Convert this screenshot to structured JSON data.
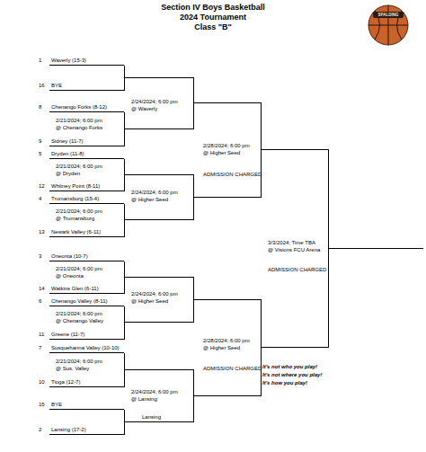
{
  "diagram": {
    "title": "Section IV Boys Basketball",
    "nodes": [
      {
        "text": [
          "1",
          "Waverly (15-3)"
        ]
      },
      {
        "text": [
          "16",
          "BYE"
        ]
      },
      {
        "text": [
          "8",
          "Chenango Forks (8-12)"
        ]
      },
      {
        "text": [
          "9",
          "Sidney (11-7)"
        ]
      },
      {
        "text": [
          "5",
          "Dryden (11-8)"
        ]
      },
      {
        "text": [
          "12",
          "Whitney Point (8-11)"
        ]
      },
      {
        "text": [
          "4",
          "Trumansburg (15-4)"
        ]
      },
      {
        "text": [
          "13",
          "Newark Valley (6-11)"
        ]
      },
      {
        "text": [
          "3",
          "Oneonta (10-7)"
        ]
      },
      {
        "text": [
          "14",
          "Watkins Glen (6-11)"
        ]
      },
      {
        "text": [
          "6",
          "Chenango Valley (8-11)"
        ]
      },
      {
        "text": [
          "11",
          "Greene (11-7)"
        ]
      },
      {
        "text": [
          "7",
          "Susquehanna Valley (10-10)"
        ]
      },
      {
        "text": [
          "10",
          "Tioga (12-7)"
        ]
      },
      {
        "text": [
          "15",
          "BYE"
        ]
      },
      {
        "text": [
          "2",
          "Lansing (17-2)"
        ]
      },
      {
        "text": [
          "Lansing"
        ]
      }
    ],
    "edges": [
      {
        "from": 14,
        "to": 16,
        "arrow": "none"
      },
      {
        "from": 15,
        "to": 16,
        "arrow": "none"
      }
    ],
    "labels": [
      "2024 Tournament",
      "Class \"B\"",
      "SPALDING",
      "2/21/2024; 6:00 pm @ Chenango Forks",
      "2/21/2024; 6:00 pm @ Dryden",
      "2/21/2024; 6:00 pm @ Trumansburg",
      "2/21/2024; 6:00 pm @ Oneonta",
      "2/21/2024; 6:00 pm @ Chenango Valley",
      "2/21/2024; 6:00 pm @ Sus. Valley",
      "2/24/2024; 6:00 pm @ Waverly",
      "2/24/2024; 6:00 pm @ Higher Seed",
      "2/24/2024; 6:00 pm @ Higher Seed",
      "2/24/2024; 6:00 pm @ Lansing",
      "2/28/2024; 6:00 pm @ Higher Seed",
      "ADMISSION CHARGED",
      "2/28/2024; 6:00 pm @ Higher Seed",
      "ADMISSION CHARGED",
      "3/3/2024; Time TBA @ Visions FCU Arena",
      "ADMISSION CHARGED",
      "It's not who you play!",
      "It's not where you play!",
      "It's how you play!"
    ]
  }
}
